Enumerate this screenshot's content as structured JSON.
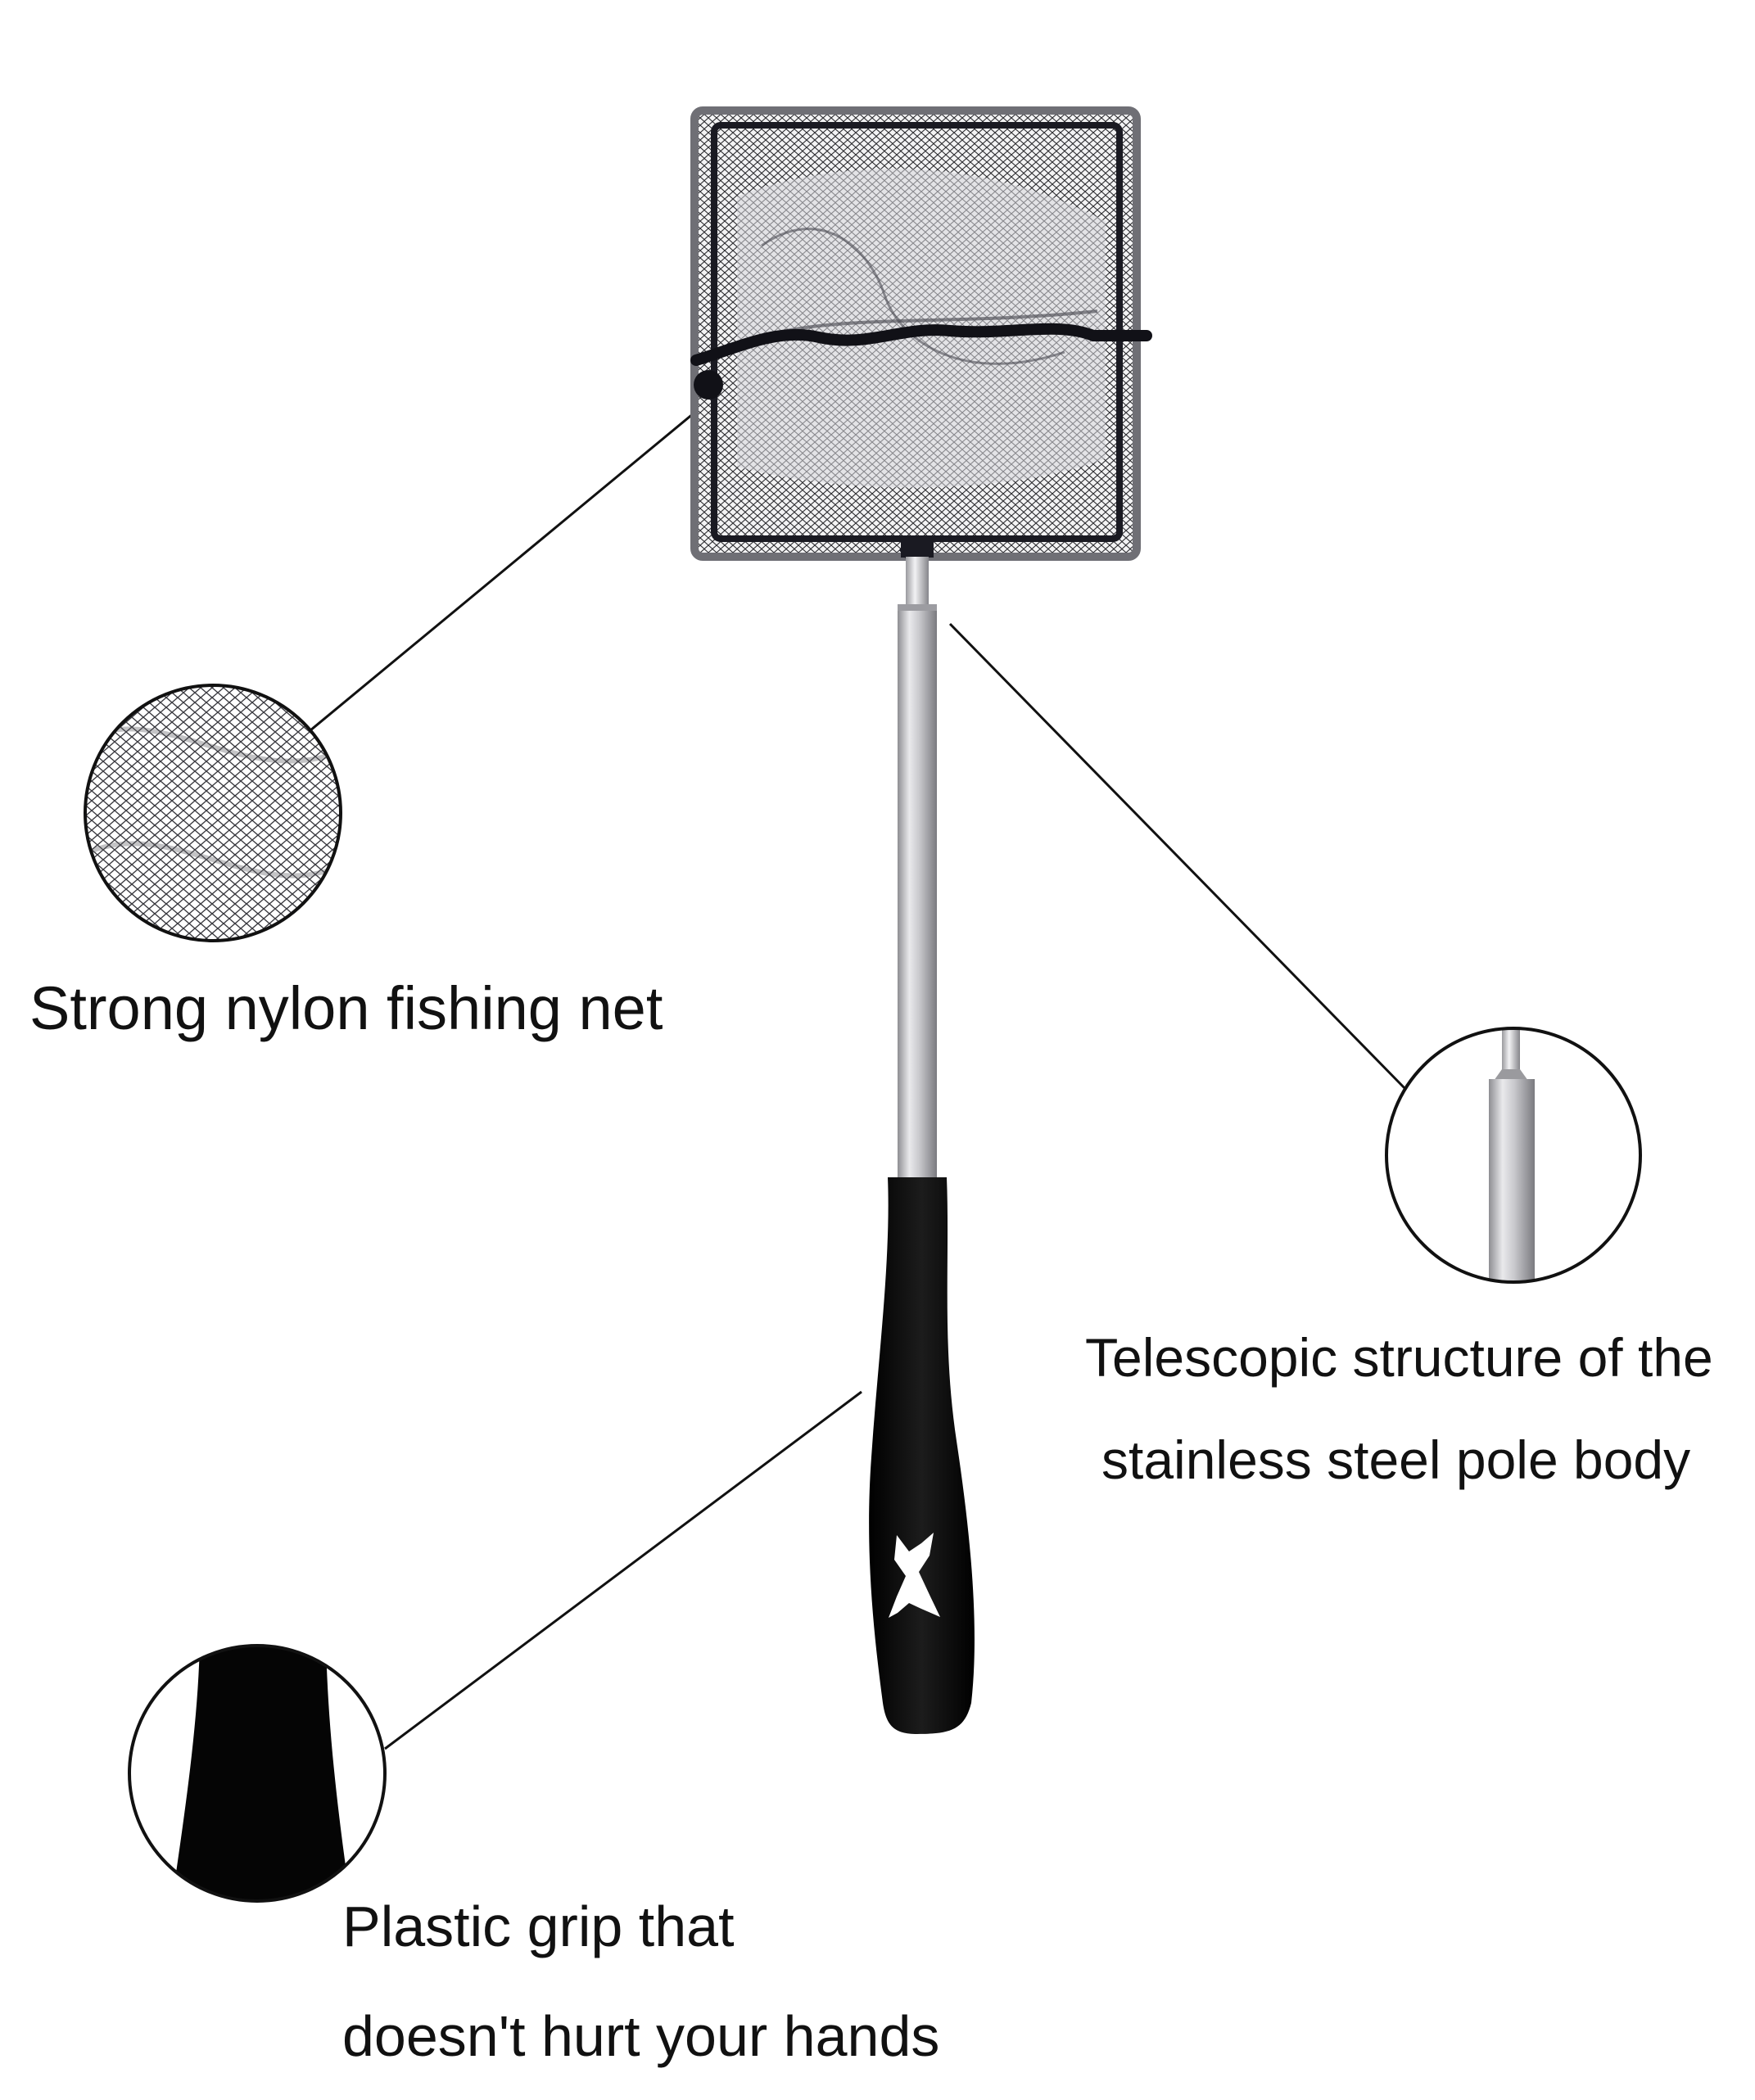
{
  "callouts": {
    "net": {
      "text": "Strong nylon fishing net"
    },
    "pole": {
      "line1": "Telescopic structure of the",
      "line2": "stainless steel pole body"
    },
    "grip": {
      "line1": "Plastic grip that",
      "line2": "doesn't hurt your hands"
    }
  },
  "colors": {
    "background": "#ffffff",
    "text": "#111111",
    "net_frame": "#1a1a22",
    "mesh": "#3a3a40",
    "steel": "#b8b8bc",
    "grip": "#0a0a0a"
  },
  "icons": {
    "grip_logo": "fish-logo-icon"
  }
}
